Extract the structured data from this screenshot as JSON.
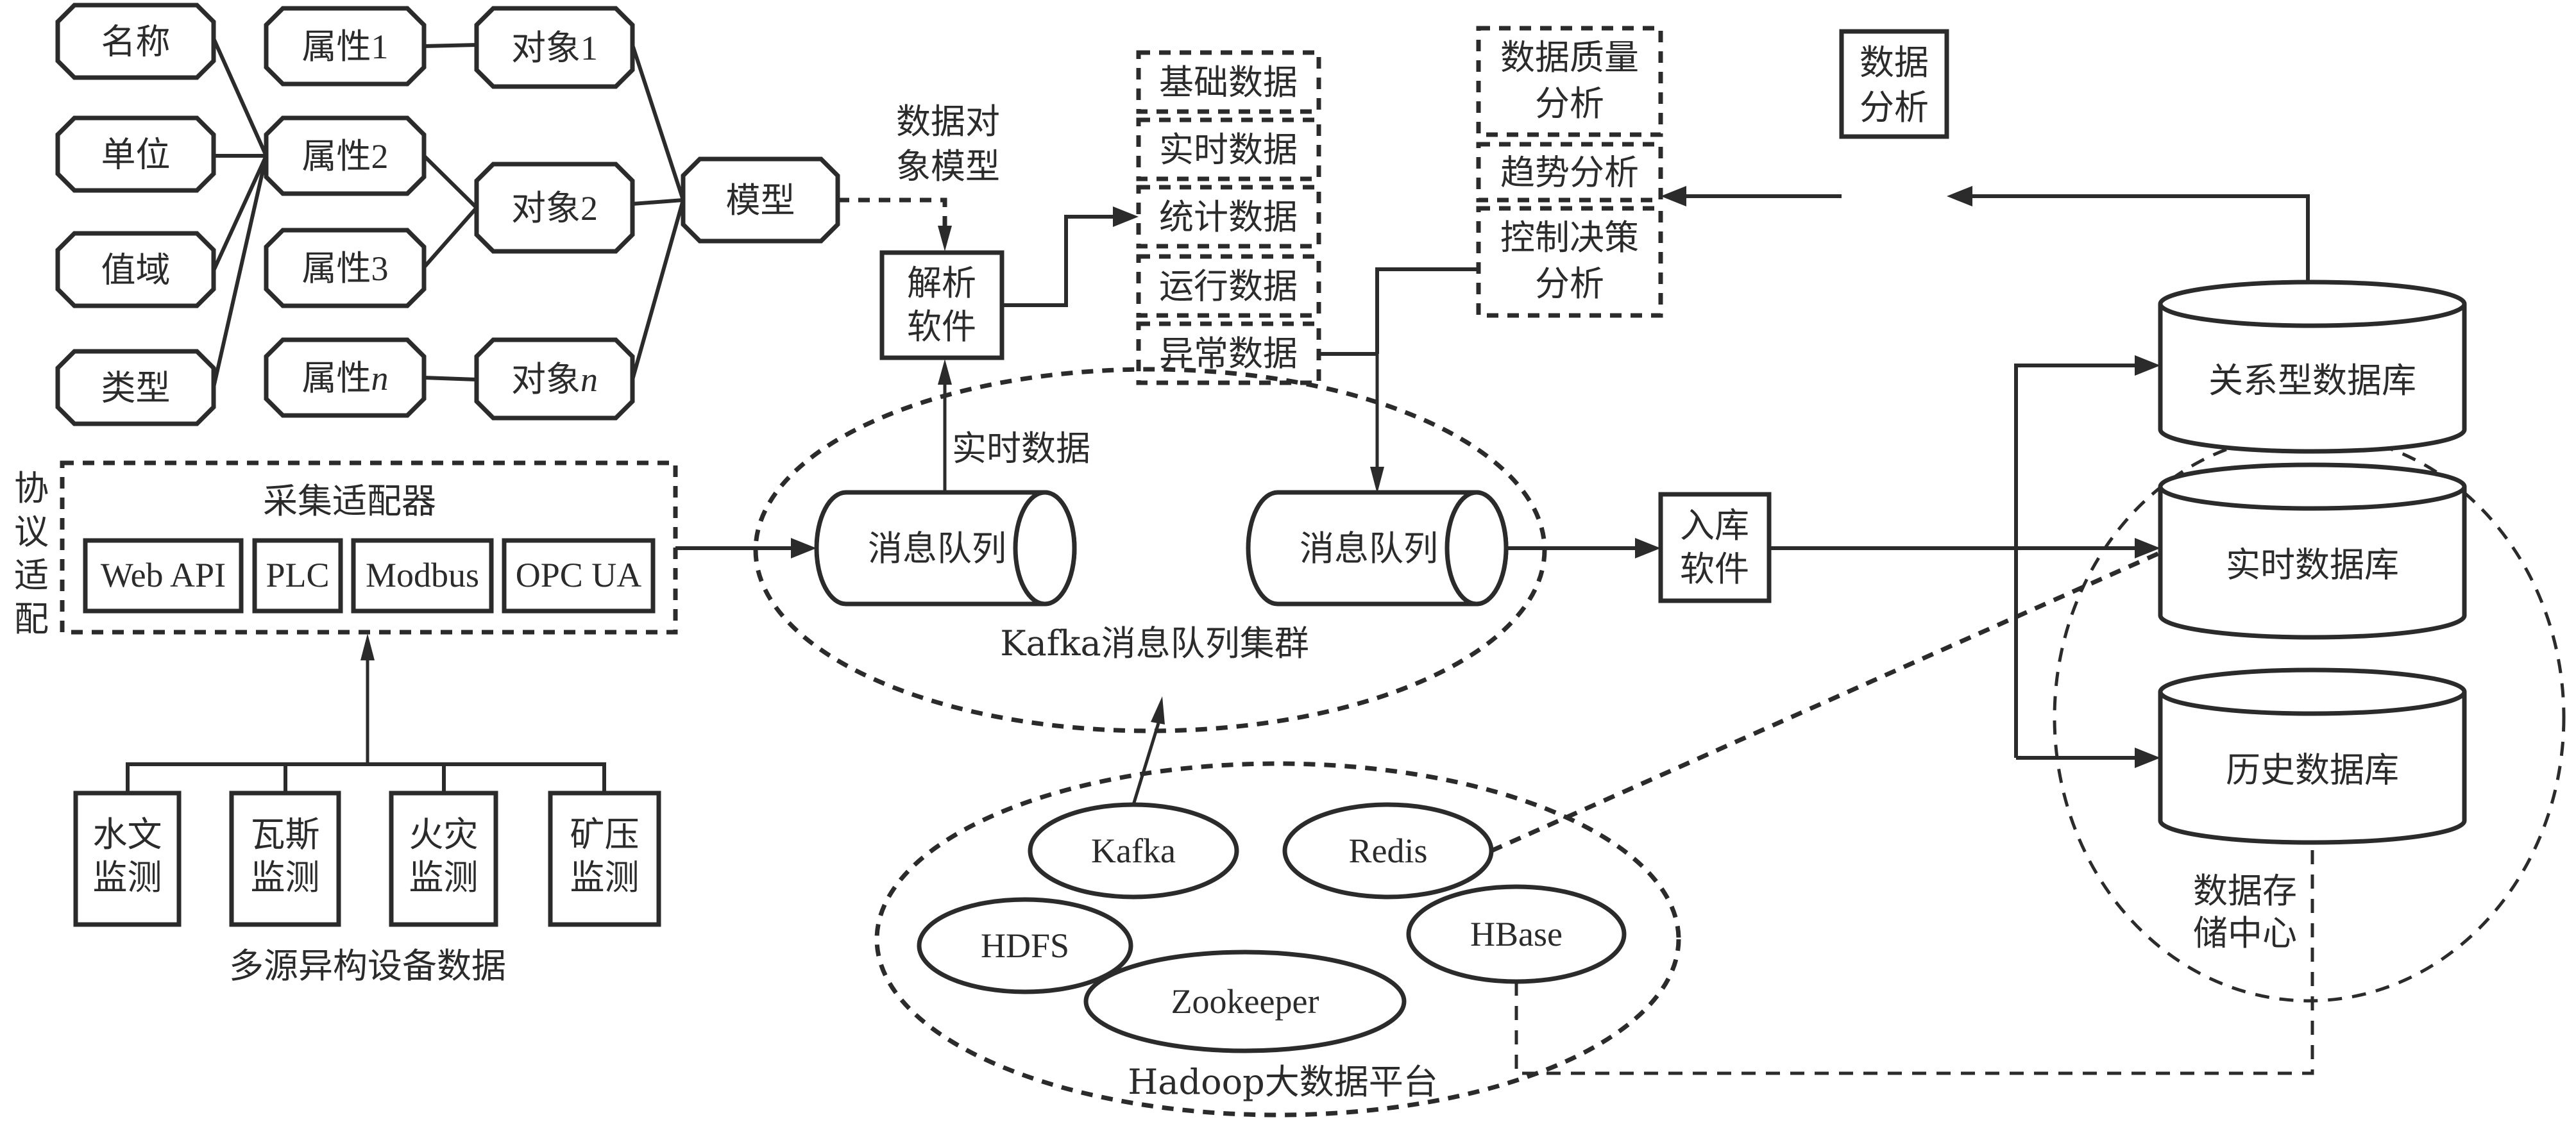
{
  "colors": {
    "stroke": "#2b2b2b",
    "background": "#ffffff"
  },
  "model": {
    "attributes_meta": [
      "名称",
      "单位",
      "值域",
      "类型"
    ],
    "attributes": [
      {
        "prefix": "属性",
        "suffix": "1"
      },
      {
        "prefix": "属性",
        "suffix": "2"
      },
      {
        "prefix": "属性",
        "suffix": "3"
      },
      {
        "prefix": "属性",
        "suffix": "n"
      }
    ],
    "objects": [
      {
        "prefix": "对象",
        "suffix": "1"
      },
      {
        "prefix": "对象",
        "suffix": "2"
      },
      {
        "prefix": "对象",
        "suffix": "n"
      }
    ],
    "model_label": "模型",
    "data_object_model_label": [
      "数据对",
      "象模型"
    ]
  },
  "parser": {
    "label": [
      "解析",
      "软件"
    ],
    "realtime_label": "实时数据"
  },
  "data_categories": [
    "基础数据",
    "实时数据",
    "统计数据",
    "运行数据",
    "异常数据"
  ],
  "analysis": {
    "items": [
      {
        "lines": [
          "数据质量",
          "分析"
        ]
      },
      {
        "lines": [
          "趋势分析"
        ]
      },
      {
        "lines": [
          "控制决策",
          "分析"
        ]
      }
    ],
    "data_analysis_label": [
      "数据",
      "分析"
    ]
  },
  "adapter": {
    "side_label": [
      "协",
      "议",
      "适",
      "配"
    ],
    "title": "采集适配器",
    "protocols": [
      "Web API",
      "PLC",
      "Modbus",
      "OPC UA"
    ]
  },
  "devices": {
    "items": [
      {
        "lines": [
          "水文",
          "监测"
        ]
      },
      {
        "lines": [
          "瓦斯",
          "监测"
        ]
      },
      {
        "lines": [
          "火灾",
          "监测"
        ]
      },
      {
        "lines": [
          "矿压",
          "监测"
        ]
      }
    ],
    "caption": "多源异构设备数据"
  },
  "kafka_cluster": {
    "queues": [
      "消息队列",
      "消息队列"
    ],
    "caption": "Kafka消息队列集群"
  },
  "ingest": {
    "label": [
      "入库",
      "软件"
    ]
  },
  "storage": {
    "databases": [
      "关系型数据库",
      "实时数据库",
      "历史数据库"
    ],
    "caption": [
      "数据存",
      "储中心"
    ]
  },
  "hadoop": {
    "components": [
      "Kafka",
      "Redis",
      "HDFS",
      "HBase",
      "Zookeeper"
    ],
    "caption": "Hadoop大数据平台"
  }
}
